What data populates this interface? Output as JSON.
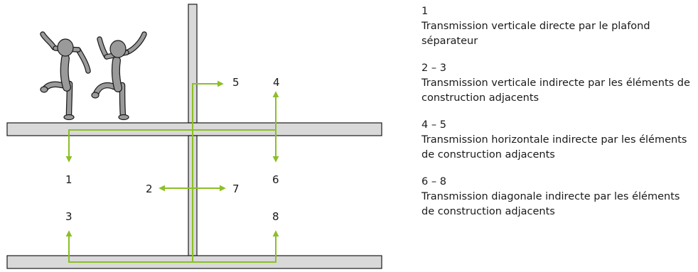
{
  "diagram": {
    "labels": {
      "n1": "1",
      "n2": "2",
      "n3": "3",
      "n4": "4",
      "n5": "5",
      "n6": "6",
      "n7": "7",
      "n8": "8"
    },
    "colors": {
      "path": "#8cbf26",
      "structure_fill": "#d9d9d9",
      "structure_stroke": "#1a1a1a",
      "figure_fill": "#9a9a9a"
    }
  },
  "legend": [
    {
      "number": "1",
      "description": "Transmission verticale directe par le plafond séparateur"
    },
    {
      "number": "2 – 3",
      "description": "Transmission verticale indirecte par les éléments de construction adjacents"
    },
    {
      "number": "4 – 5",
      "description": "Transmission horizontale indirecte par les éléments de construction adjacents"
    },
    {
      "number": "6 – 8",
      "description": "Transmission diagonale indirecte par les éléments de construction adjacents"
    }
  ]
}
